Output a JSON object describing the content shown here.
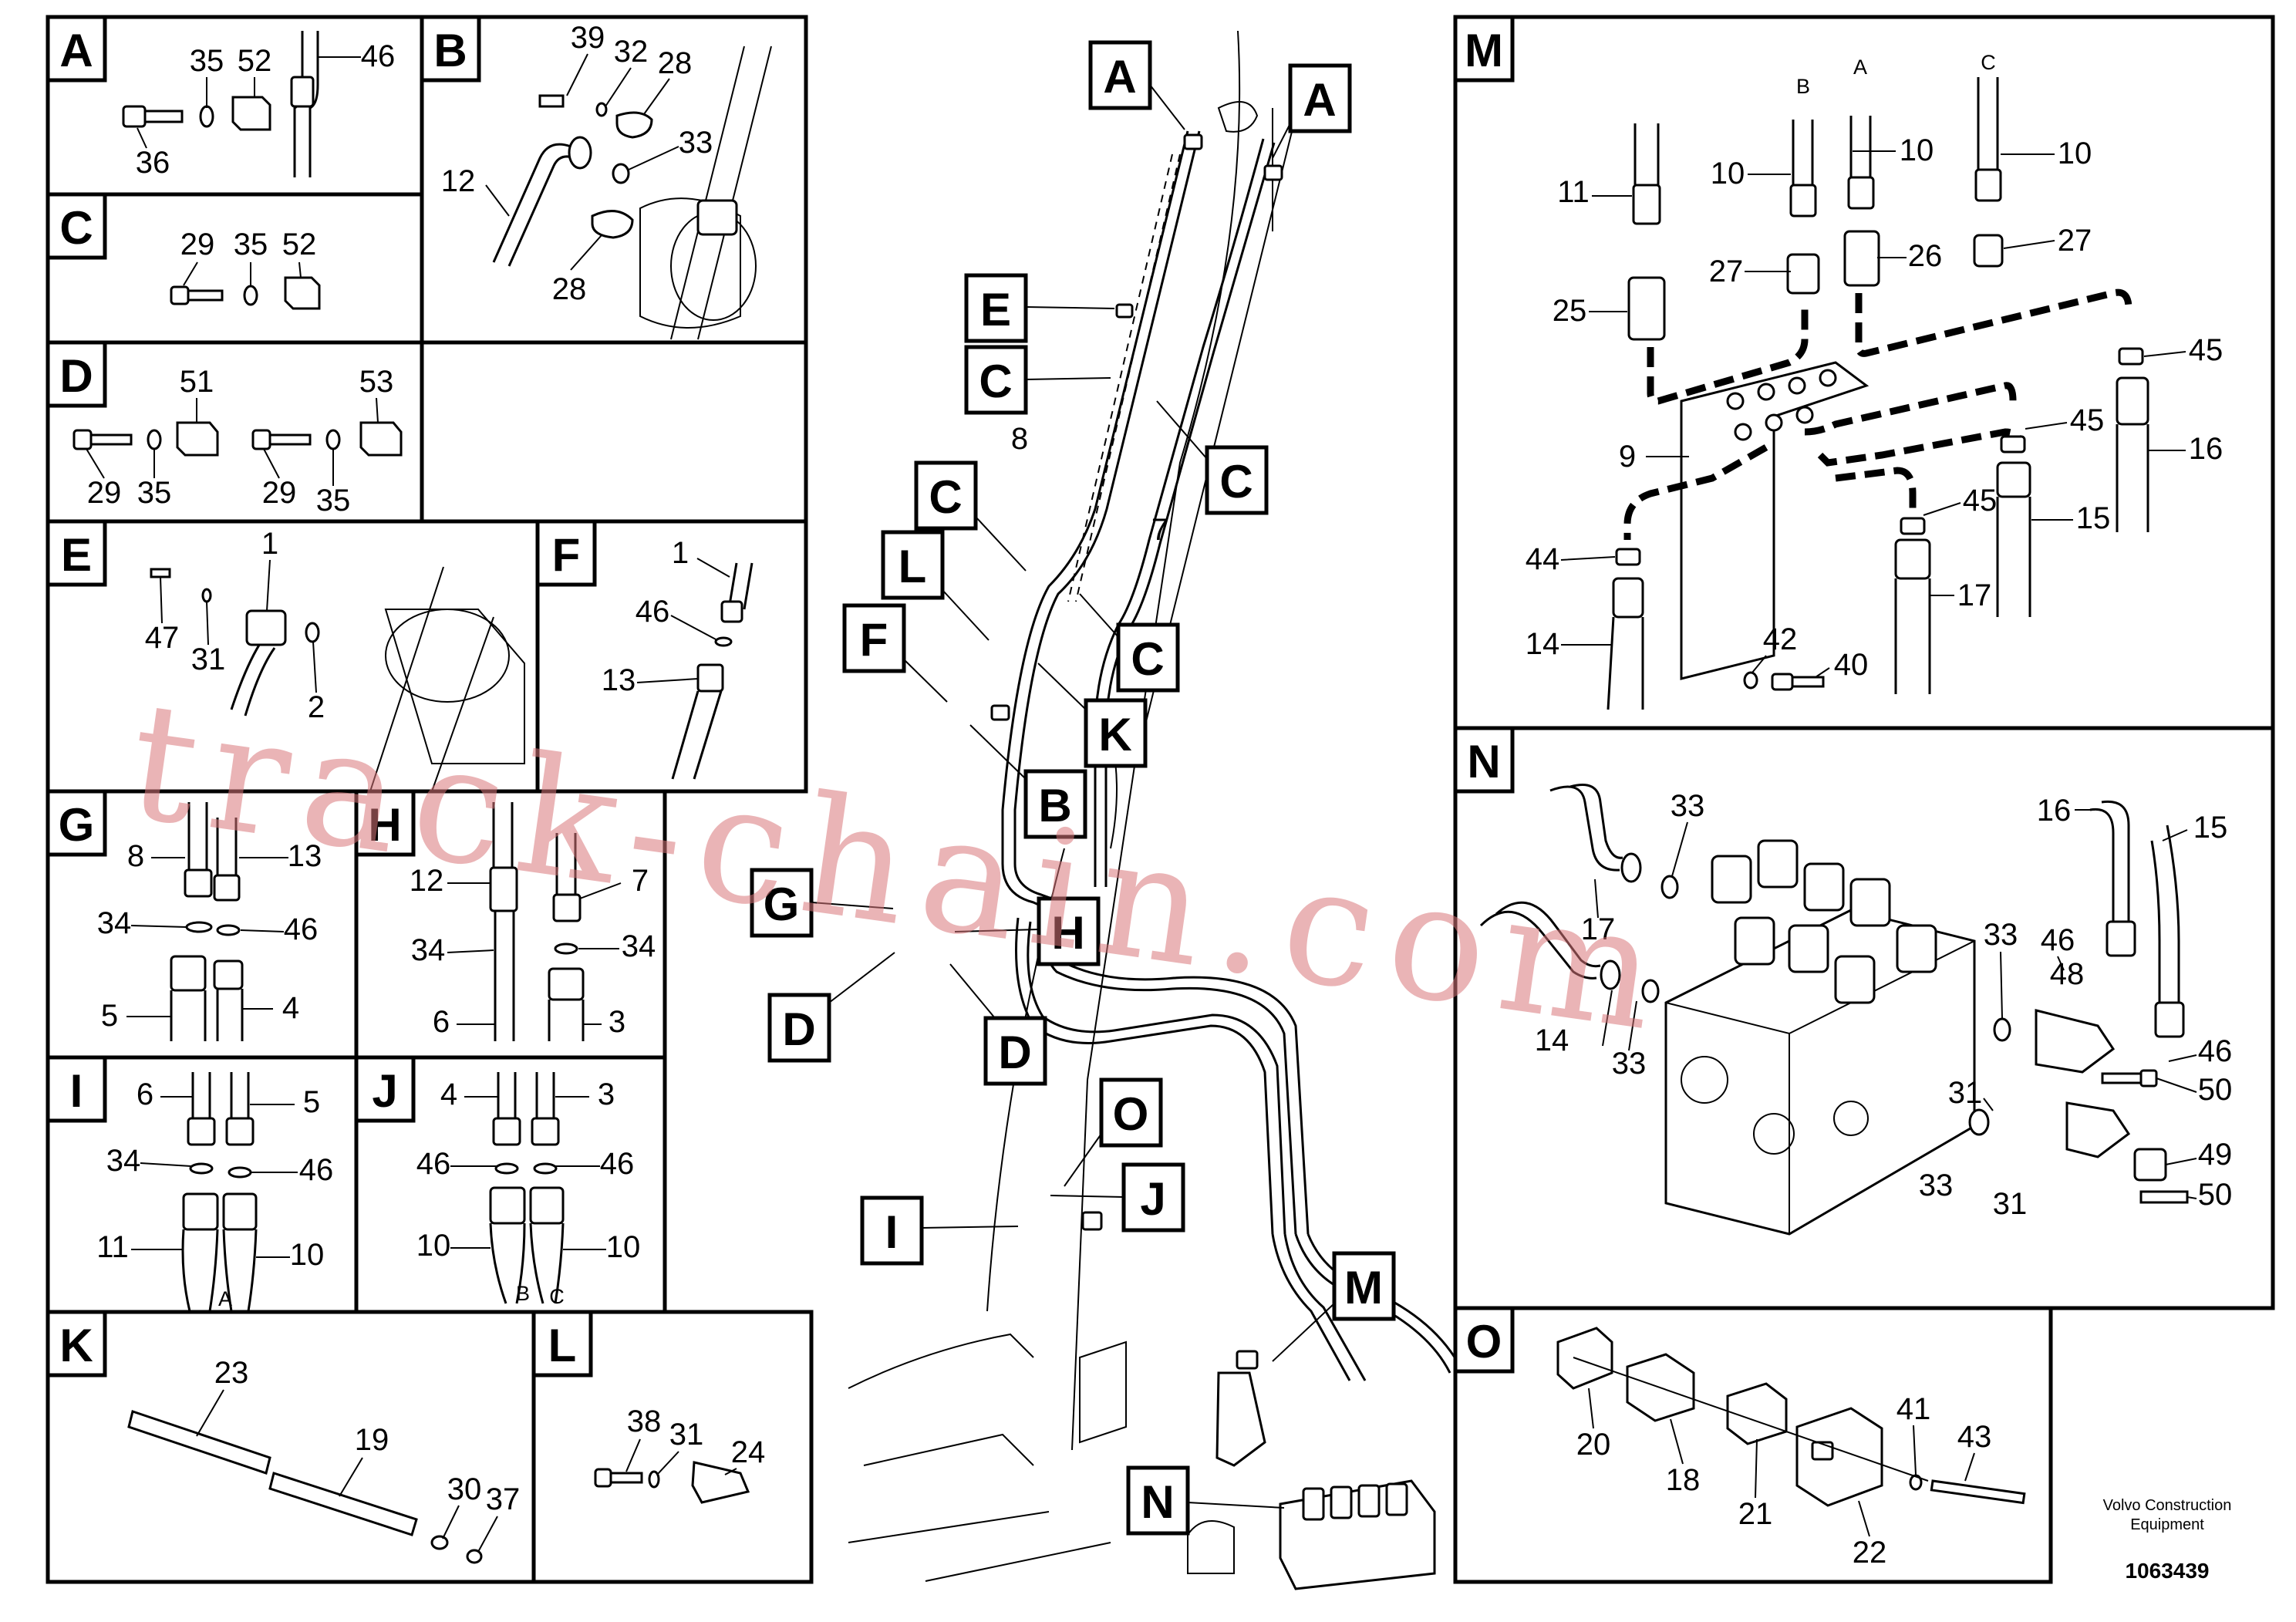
{
  "panels": {
    "A": {
      "letter": "A",
      "labels": [
        "35",
        "52",
        "46",
        "36"
      ]
    },
    "B": {
      "letter": "B",
      "labels": [
        "39",
        "32",
        "28",
        "33",
        "12",
        "28"
      ]
    },
    "C": {
      "letter": "C",
      "labels": [
        "29",
        "35",
        "52"
      ]
    },
    "D": {
      "letter": "D",
      "labels": [
        "51",
        "53",
        "29",
        "35",
        "29",
        "35"
      ]
    },
    "E": {
      "letter": "E",
      "labels": [
        "1",
        "47",
        "31",
        "2"
      ]
    },
    "F": {
      "letter": "F",
      "labels": [
        "1",
        "46",
        "13"
      ]
    },
    "G": {
      "letter": "G",
      "labels": [
        "8",
        "13",
        "34",
        "46",
        "5",
        "4"
      ]
    },
    "H": {
      "letter": "H",
      "labels": [
        "12",
        "7",
        "34",
        "34",
        "6",
        "3"
      ]
    },
    "I": {
      "letter": "I",
      "labels": [
        "6",
        "5",
        "34",
        "46",
        "11",
        "10",
        "A"
      ]
    },
    "J": {
      "letter": "J",
      "labels": [
        "4",
        "3",
        "46",
        "46",
        "10",
        "10",
        "B",
        "C"
      ]
    },
    "K": {
      "letter": "K",
      "labels": [
        "23",
        "19",
        "30",
        "37"
      ]
    },
    "L": {
      "letter": "L",
      "labels": [
        "38",
        "31",
        "24"
      ]
    },
    "M": {
      "letter": "M",
      "labels": [
        "B",
        "A",
        "C",
        "11",
        "10",
        "10",
        "10",
        "27",
        "26",
        "27",
        "25",
        "45",
        "45",
        "16",
        "9",
        "45",
        "15",
        "44",
        "17",
        "14",
        "42",
        "40"
      ]
    },
    "N": {
      "letter": "N",
      "labels": [
        "33",
        "16",
        "15",
        "17",
        "33",
        "46",
        "48",
        "14",
        "33",
        "46",
        "31",
        "50",
        "49",
        "33",
        "31",
        "50"
      ]
    },
    "O": {
      "letter": "O",
      "labels": [
        "41",
        "43",
        "20",
        "18",
        "21",
        "22"
      ]
    }
  },
  "main": {
    "callouts": [
      "A",
      "A",
      "E",
      "C",
      "C",
      "C",
      "L",
      "C",
      "F",
      "K",
      "B",
      "G",
      "H",
      "D",
      "D",
      "O",
      "I",
      "J",
      "M",
      "N"
    ],
    "labels": [
      "8",
      "7"
    ]
  },
  "watermark": "track-chain.com",
  "credit_line1": "Volvo Construction",
  "credit_line2": "Equipment",
  "doc_number": "1063439"
}
